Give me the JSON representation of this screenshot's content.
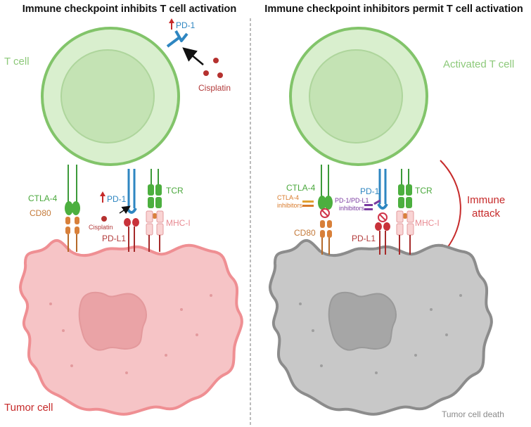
{
  "panels": {
    "left": {
      "title": "Immune checkpoint inhibits T cell activation",
      "t_cell_label": "T cell",
      "pd1_top_label": "PD-1",
      "cisplatin_top_label": "Cisplatin",
      "ctla4_label": "CTLA-4",
      "cd80_label": "CD80",
      "pd1_label": "PD-1",
      "cisplatin_small_label": "Cisplatin",
      "pdl1_label": "PD-L1",
      "tcr_label": "TCR",
      "mhc_label": "MHC-I",
      "tumor_label": "Tumor cell"
    },
    "right": {
      "title": "Immune checkpoint inhibitors permit T cell activation",
      "t_cell_label": "Activated T cell",
      "ctla4_label": "CTLA-4",
      "ctla4_inhib_line1": "CTLA-4",
      "ctla4_inhib_line2": "inhibitors",
      "cd80_label": "CD80",
      "pd1_label": "PD-1",
      "pd_inhib_line1": "PD-1/PD-L1",
      "pd_inhib_line2": "inhibitors",
      "pdl1_label": "PD-L1",
      "tcr_label": "TCR",
      "mhc_label": "MHC-I",
      "attack_line1": "Immune",
      "attack_line2": "attack",
      "tumor_label": "Tumor cell death"
    }
  },
  "colors": {
    "tcell_fill": "#d9efce",
    "tcell_stroke": "#82c46a",
    "nucleus_fill": "#c4e3b4",
    "tumor_fill": "#f6c4c6",
    "tumor_stroke": "#ef8f93",
    "tumor_nucleus": "#eaa3a6",
    "dead_fill": "#c8c8c8",
    "dead_stroke": "#8c8c8c",
    "dead_nucleus": "#a6a6a6",
    "green_label": "#4aa83c",
    "light_green_label": "#8dc97a",
    "orange_label": "#c47a3a",
    "blue": "#2e86c1",
    "red": "#c62a2a",
    "pink_label": "#e88a92",
    "dark_red_label": "#b23a3a",
    "purple": "#7a3aa0"
  }
}
